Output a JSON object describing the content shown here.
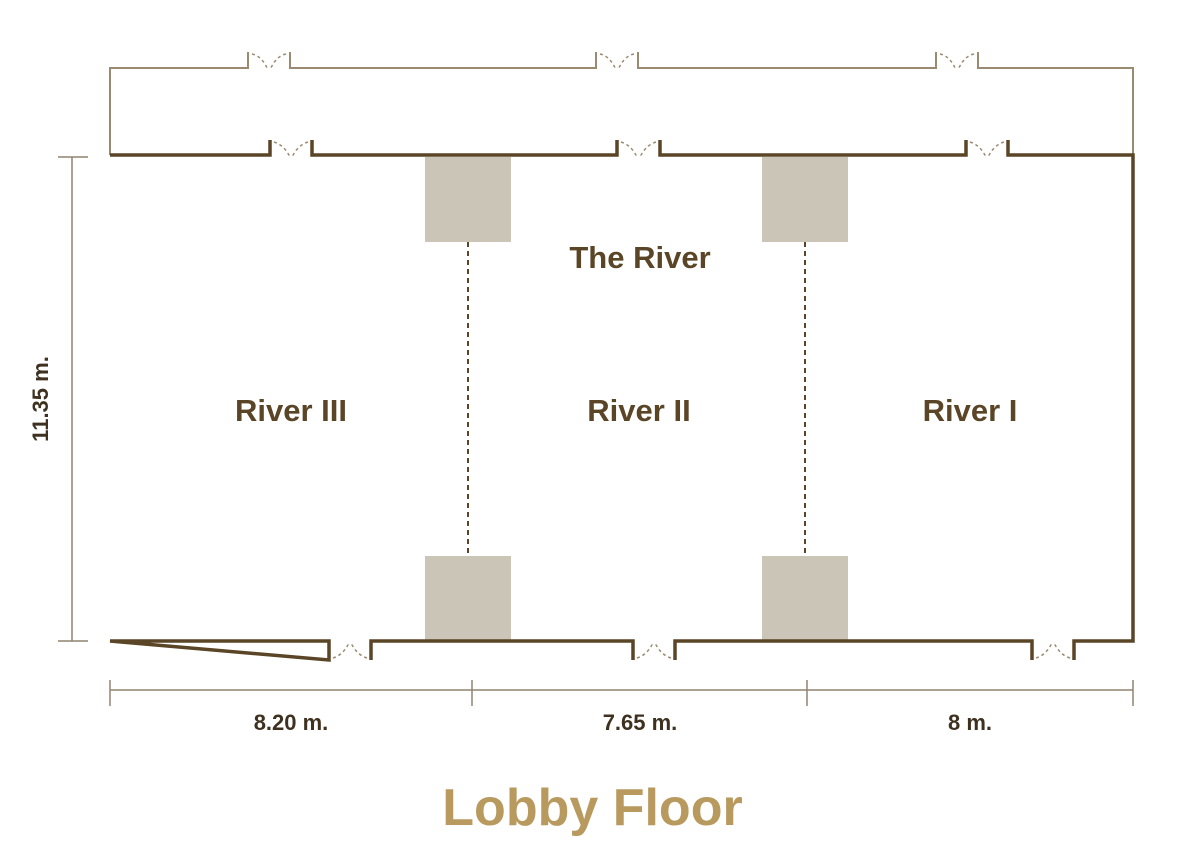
{
  "floor_plan": {
    "title": "Lobby Floor",
    "overall_room": "The River",
    "rooms": [
      {
        "label": "River III"
      },
      {
        "label": "River II"
      },
      {
        "label": "River I"
      }
    ],
    "height_dimension": "11.35 m.",
    "width_dimensions": [
      "8.20 m.",
      "7.65 m.",
      "8 m."
    ]
  },
  "colors": {
    "wall": "#5a4526",
    "corridor_line": "#9a8a70",
    "pillar": "#cbc5b8",
    "dimension_line": "#8f8470",
    "title": "#b89a5f"
  }
}
